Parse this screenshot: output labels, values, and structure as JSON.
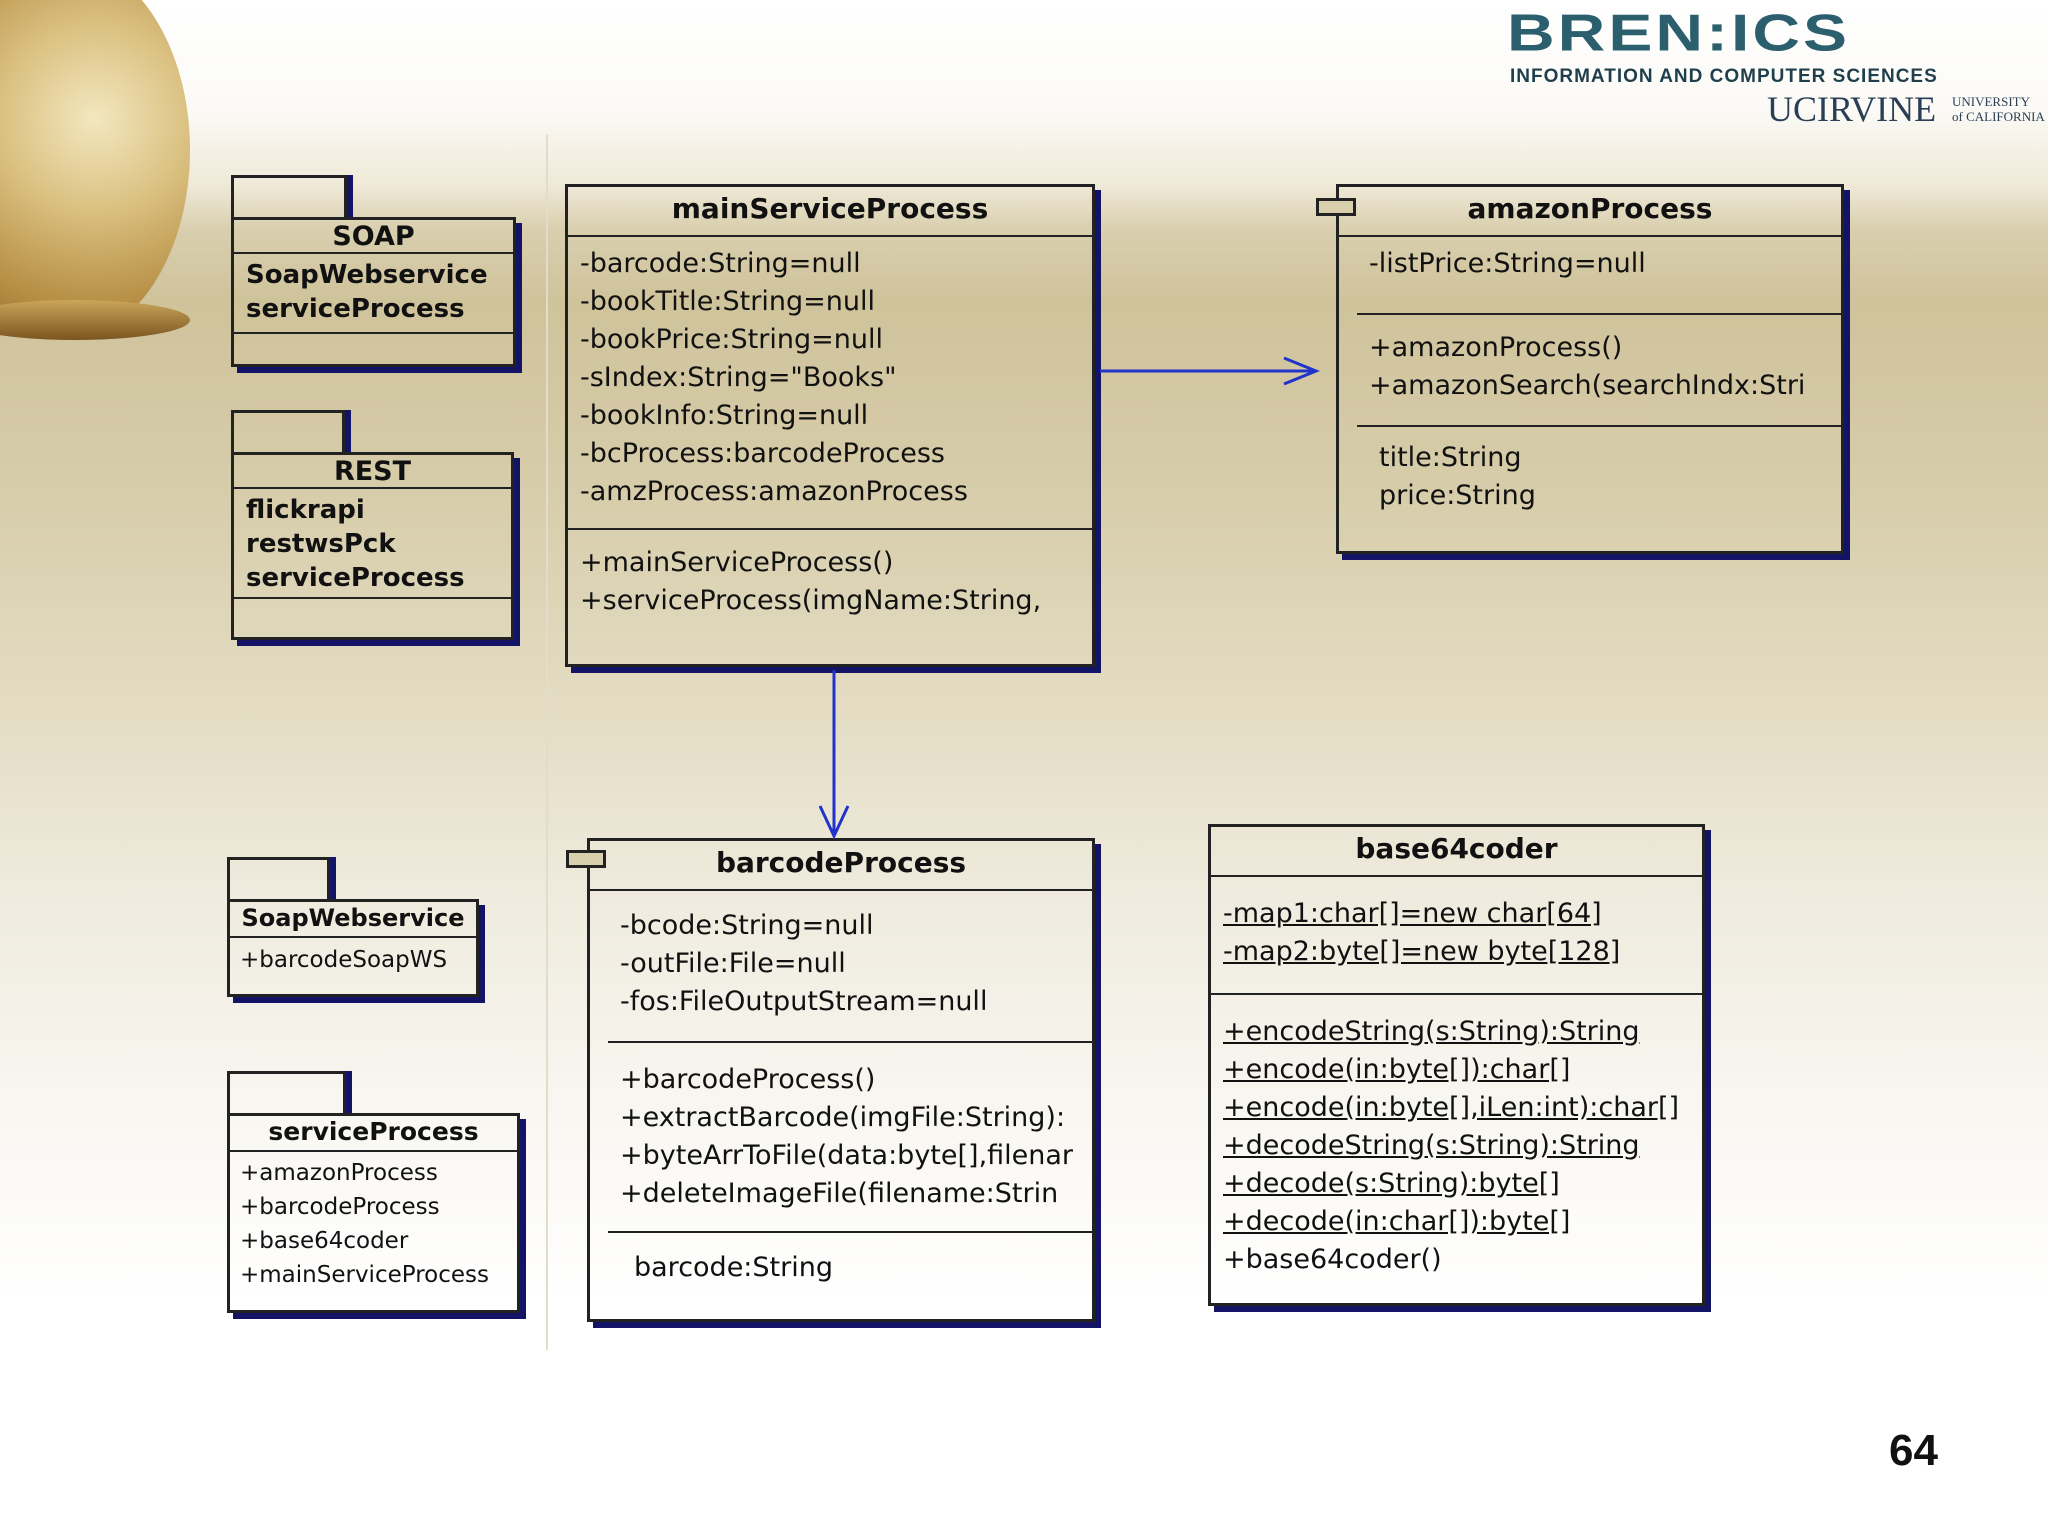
{
  "logo": {
    "wordmark": "BREN:ICS",
    "subtitle": "INFORMATION AND COMPUTER SCIENCES",
    "university": "UCIRVINE",
    "uc_line1": "UNIVERSITY",
    "uc_line2": "of CALIFORNIA"
  },
  "packages": {
    "soap": {
      "title": "SOAP",
      "items": [
        "SoapWebservice",
        "serviceProcess"
      ]
    },
    "rest": {
      "title": "REST",
      "items": [
        "flickrapi",
        "restwsPck",
        "serviceProcess"
      ]
    },
    "soapwebservice": {
      "title": "SoapWebservice",
      "items": [
        "+barcodeSoapWS"
      ]
    },
    "serviceprocess": {
      "title": "serviceProcess",
      "items": [
        "+amazonProcess",
        "+barcodeProcess",
        "+base64coder",
        "+mainServiceProcess"
      ]
    }
  },
  "classes": {
    "main": {
      "name": "mainServiceProcess",
      "attributes": [
        "-barcode:String=null",
        "-bookTitle:String=null",
        "-bookPrice:String=null",
        "-sIndex:String=\"Books\"",
        "-bookInfo:String=null",
        "-bcProcess:barcodeProcess",
        "-amzProcess:amazonProcess"
      ],
      "methods": [
        "+mainServiceProcess()",
        "+serviceProcess(imgName:String,"
      ]
    },
    "amazon": {
      "name": "amazonProcess",
      "attributes": [
        "-listPrice:String=null"
      ],
      "methods": [
        "+amazonProcess()",
        "+amazonSearch(searchIndx:Stri"
      ],
      "extra": [
        "title:String",
        "price:String"
      ]
    },
    "barcode": {
      "name": "barcodeProcess",
      "attributes": [
        "-bcode:String=null",
        "-outFile:File=null",
        "-fos:FileOutputStream=null"
      ],
      "methods": [
        "+barcodeProcess()",
        "+extractBarcode(imgFile:String):",
        "+byteArrToFile(data:byte[],filenar",
        "+deleteImageFile(filename:Strin"
      ],
      "extra": [
        "barcode:String"
      ]
    },
    "base64": {
      "name": "base64coder",
      "attributes": [
        "-map1:char[]=new char[64]",
        "-map2:byte[]=new byte[128]"
      ],
      "methods": [
        "+encodeString(s:String):String",
        "+encode(in:byte[]):char[]",
        "+encode(in:byte[],iLen:int):char[]",
        "+decodeString(s:String):String",
        "+decode(s:String):byte[]",
        "+decode(in:char[]):byte[]",
        "+base64coder()"
      ]
    }
  },
  "page_number": "64",
  "colors": {
    "arrow": "#2233cc",
    "shadow": "#141466",
    "logo": "#2c5f6e"
  }
}
